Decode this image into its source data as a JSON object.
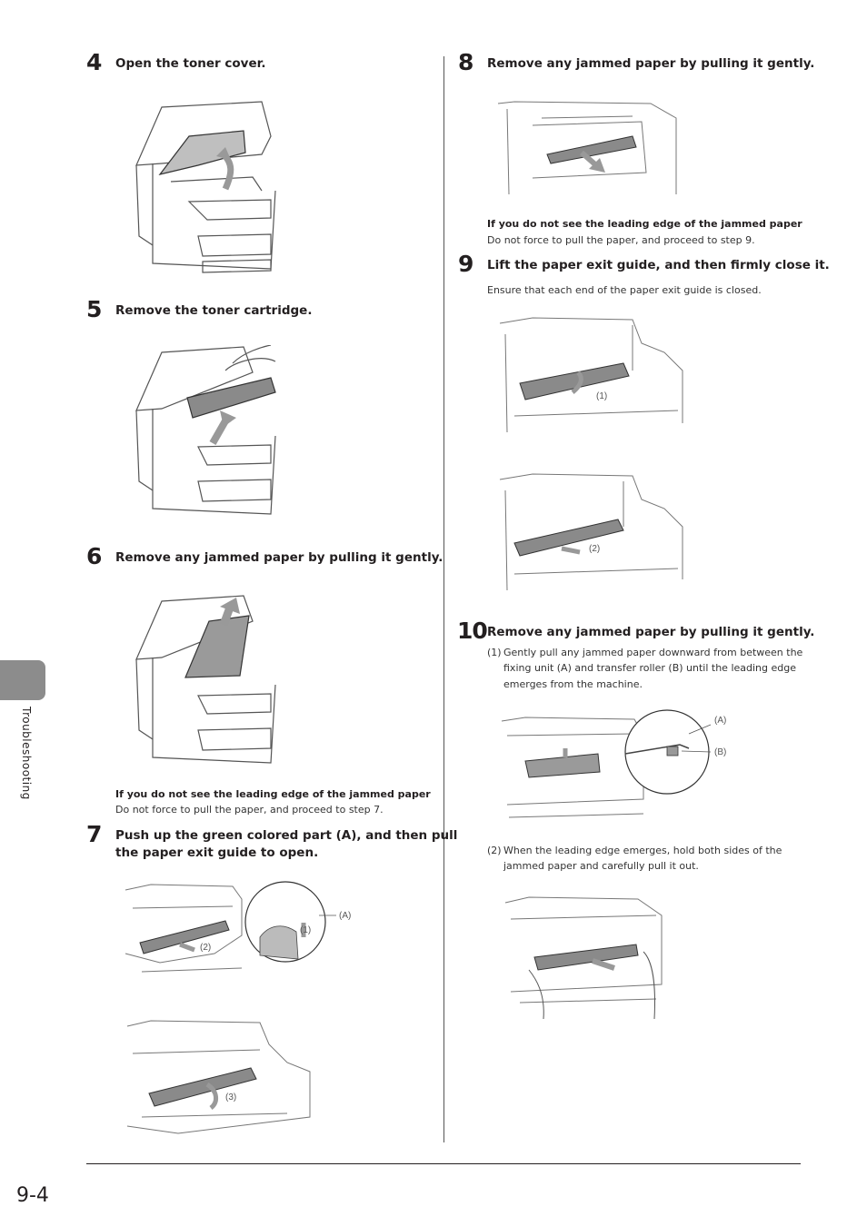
{
  "sidebar": {
    "section_label": "Troubleshooting"
  },
  "footer": {
    "page_number": "9-4"
  },
  "steps": {
    "s4": {
      "number": "4",
      "title": "Open the toner cover."
    },
    "s5": {
      "number": "5",
      "title": "Remove the toner cartridge."
    },
    "s6": {
      "number": "6",
      "title": "Remove any jammed paper by pulling it gently.",
      "note_heading": "If you do not see the leading edge of the jammed paper",
      "note_text": "Do not force to pull the paper, and proceed to step 7."
    },
    "s7": {
      "number": "7",
      "title_line1": "Push up the green colored part (A), and then pull",
      "title_line2": "the paper exit guide to open.",
      "callouts": {
        "a": "(A)",
        "c1": "(1)",
        "c2": "(2)",
        "c3": "(3)"
      }
    },
    "s8": {
      "number": "8",
      "title": "Remove any jammed paper by pulling it gently.",
      "note_heading": "If you do not see the leading edge of the jammed paper",
      "note_text": "Do not force to pull the paper, and proceed to step 9."
    },
    "s9": {
      "number": "9",
      "title": "Lift the paper exit guide, and then firmly close it.",
      "subtext": "Ensure that each end of the paper exit guide is closed.",
      "callouts": {
        "c1": "(1)",
        "c2": "(2)"
      }
    },
    "s10": {
      "number": "10",
      "title": "Remove any jammed paper by pulling it gently.",
      "sub1_marker": "(1)",
      "sub1_line1": "Gently pull any jammed paper downward from between the",
      "sub1_line2": "fixing unit (A) and transfer roller (B) until the leading edge",
      "sub1_line3": "emerges from the machine.",
      "sub2_marker": "(2)",
      "sub2_line1": "When the leading edge emerges, hold both sides of the",
      "sub2_line2": "jammed paper and carefully pull it out.",
      "callouts": {
        "a": "(A)",
        "b": "(B)"
      }
    }
  }
}
